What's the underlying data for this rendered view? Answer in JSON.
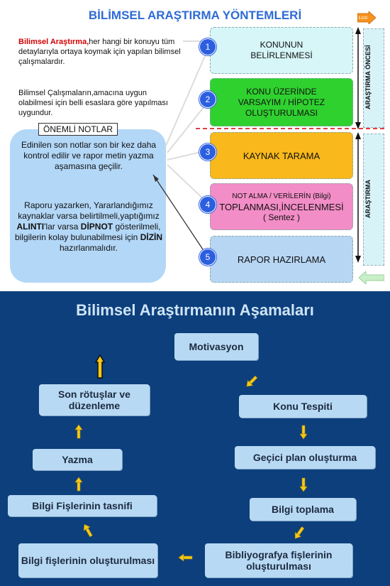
{
  "top": {
    "title": "BİLİMSEL ARAŞTIRMA YÖNTEMLERİ",
    "next_button": "İLERİ",
    "intro_bold": "Bilimsel Araştırma,",
    "intro_rest": "her hangi bir konuyu tüm detaylarıyla ortaya koymak için yapılan bilimsel çalışmalardır.",
    "method_text": "Bilimsel Çalışmaların,amacına uygun olabilmesi için belli esaslara göre yapılması uygundur.",
    "notes_label": "ÖNEMLİ NOTLAR",
    "notes_line1": "Edinilen son notlar son bir kez daha kontrol edilir ve rapor metin yazma aşamasına geçilir.",
    "notes_p2_a": "Raporu yazarken, Yararlandığımız kaynaklar varsa belirtilmeli,yaptığımız ",
    "notes_p2_b": "ALINTI",
    "notes_p2_c": "'lar varsa ",
    "notes_p2_d": "DİPNOT",
    "notes_p2_e": " gösterilmeli, bilgilerin kolay bulunabilmesi için ",
    "notes_p2_f": "DİZİN",
    "notes_p2_g": " hazırlanmalıdır.",
    "steps": [
      {
        "num": "1",
        "text": "KONUNUN BELİRLENMESİ",
        "color": "#d6f6f8"
      },
      {
        "num": "2",
        "text": "KONU ÜZERİNDE VARSAYIM / HİPOTEZ OLUŞTURULMASI",
        "color": "#2fd12f"
      },
      {
        "num": "3",
        "text": "KAYNAK TARAMA",
        "color": "#f9b81b"
      },
      {
        "num": "4",
        "text_small": "NOT ALMA / VERİLERİN (Bilgi)",
        "text_big": "TOPLANMASI,İNCELENMESİ",
        "text_sub": "( Sentez )",
        "color": "#f28dc7"
      },
      {
        "num": "5",
        "text": "RAPOR HAZIRLAMA",
        "color": "#b7d6f4"
      }
    ],
    "phase_before": "ARAŞTIRMA ÖNCESİ",
    "phase_research": "ARAŞTIRMA"
  },
  "bottom": {
    "title": "Bilimsel Araştırmanın Aşamaları",
    "boxes": {
      "motivasyon": "Motivasyon",
      "konu": "Konu Tespiti",
      "gecici": "Geçici plan oluşturma",
      "bilgi_toplama": "Bilgi toplama",
      "bibliyografya": "Bibliyografya fişlerinin oluşturulması",
      "fis_olusturma": "Bilgi fişlerinin oluşturulması",
      "tasnif": "Bilgi Fişlerinin tasnifi",
      "yazma": "Yazma",
      "rotus": "Son rötuşlar ve düzenleme"
    },
    "arrow_color": "#f5c81a"
  }
}
